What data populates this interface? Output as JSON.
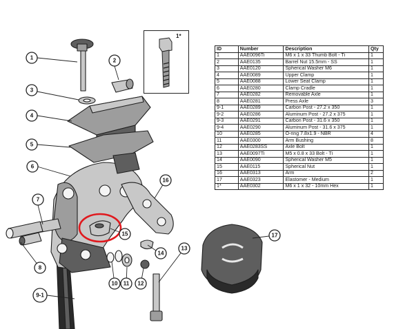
{
  "table": {
    "headers": [
      "ID",
      "Number",
      "Description",
      "Qty"
    ],
    "rows": [
      [
        "1",
        "AAE0096Ti",
        "M6 x 1 x 33 Thumb Bolt - Ti",
        "1"
      ],
      [
        "2",
        "AAE0135",
        "Barrel Nut 15.5mm - SS",
        "1"
      ],
      [
        "3",
        "AAE0120",
        "Spherical Washer M6",
        "1"
      ],
      [
        "4",
        "AAE0089",
        "Upper Clamp",
        "1"
      ],
      [
        "5",
        "AAE0088",
        "Lower Seat Clamp",
        "1"
      ],
      [
        "6",
        "AAE0280",
        "Clamp Cradle",
        "1"
      ],
      [
        "7",
        "AAE0282",
        "Removable Axle",
        "1"
      ],
      [
        "8",
        "AAE0281",
        "Press Axle",
        "3"
      ],
      [
        "9-1",
        "AAE0289",
        "Carbon Post - 27.2 x 350",
        "1"
      ],
      [
        "9-2",
        "AAE0286",
        "Aluminum Post - 27.2 x 375",
        "1"
      ],
      [
        "9-3",
        "AAE0291",
        "Carbon Post - 31.6 x 350",
        "1"
      ],
      [
        "9-4",
        "AAE0290",
        "Aluminum Post - 31.6 x 375",
        "1"
      ],
      [
        "10",
        "AAE0285",
        "O-ring 7.8x1.9 - NBR",
        "4"
      ],
      [
        "11",
        "AAE0300",
        "Arm Bushing",
        "8"
      ],
      [
        "12",
        "AAE0283SS",
        "Axle Bolt",
        "1"
      ],
      [
        "13",
        "AAE0097Ti",
        "M5 x 0.8 x 33 Bolt - Ti",
        "1"
      ],
      [
        "14",
        "AAE0090",
        "Spherical Washer M5",
        "1"
      ],
      [
        "15",
        "AAE0115",
        "Spherical Nut",
        "1"
      ],
      [
        "16",
        "AAE0313",
        "Arm",
        "2"
      ],
      [
        "17",
        "AAE0323",
        "Elastomer - Medium",
        "1"
      ],
      [
        "1*",
        "AAE0302",
        "M6 x 1 x 32 - 10mm Hex",
        "1"
      ]
    ]
  },
  "inset": {
    "label": "1*"
  },
  "callouts": {
    "c1": "1",
    "c2": "2",
    "c3": "3",
    "c4": "4",
    "c5": "5",
    "c6": "6",
    "c7": "7",
    "c8": "8",
    "c9": "9-1",
    "c10": "10",
    "c11": "11",
    "c12": "12",
    "c13": "13",
    "c14": "14",
    "c15": "15",
    "c16": "16",
    "c17": "17"
  },
  "colors": {
    "highlight": "#e0191e",
    "line": "#222222",
    "part_gray": "#9d9d9d"
  }
}
